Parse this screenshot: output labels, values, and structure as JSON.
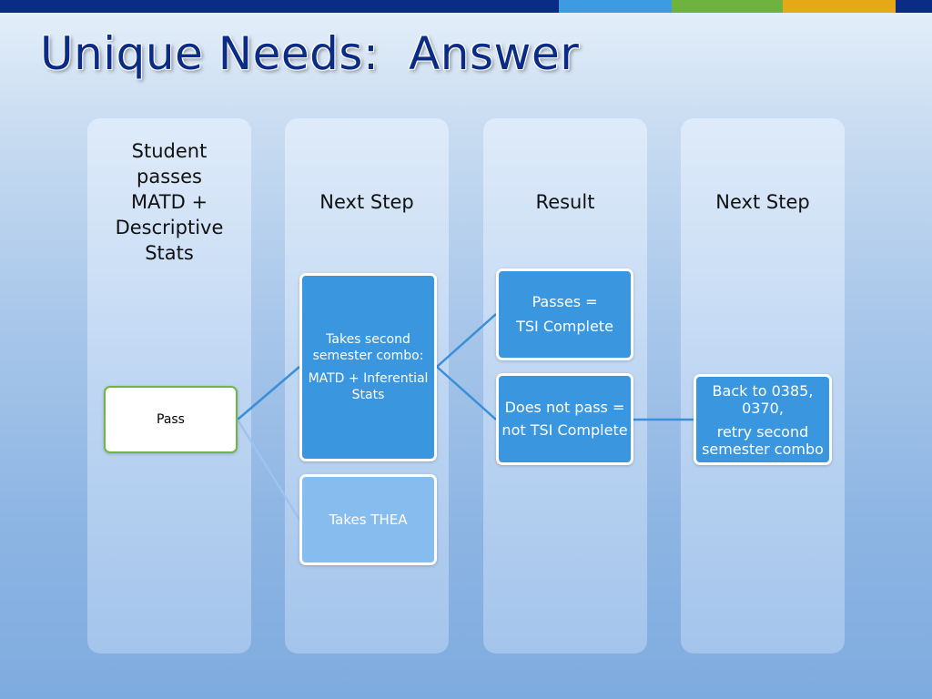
{
  "slide": {
    "title": "Unique Needs:  Answer",
    "colors": {
      "title": "#0b2c86",
      "node_blue": "#3a97df",
      "node_light_blue": "#86bdee",
      "pass_border": "#72b542",
      "connector": "#3a8fd8"
    },
    "top_bar_colors": [
      "#0b2c86",
      "#3d9be3",
      "#6fb33f",
      "#e5a817",
      "#0b2c86"
    ]
  },
  "columns": [
    {
      "header": [
        "Student",
        "passes",
        "MATD +",
        "Descriptive",
        "Stats"
      ]
    },
    {
      "header": [
        "Next Step"
      ]
    },
    {
      "header": [
        "Result"
      ]
    },
    {
      "header": [
        "Next Step"
      ]
    }
  ],
  "nodes": {
    "pass": {
      "lines": [
        "Pass"
      ]
    },
    "second_combo": {
      "lines": [
        "Takes second semester combo:",
        "MATD + Inferential Stats"
      ]
    },
    "thea": {
      "lines": [
        "Takes THEA"
      ]
    },
    "passes": {
      "lines": [
        "Passes =",
        "TSI Complete"
      ]
    },
    "not_pass": {
      "lines": [
        "Does not pass =",
        "not TSI Complete"
      ]
    },
    "back": {
      "lines": [
        "Back to 0385, 0370,",
        "retry second semester combo"
      ]
    }
  },
  "edges": [
    {
      "from": "pass",
      "to": "second_combo"
    },
    {
      "from": "pass",
      "to": "thea"
    },
    {
      "from": "second_combo",
      "to": "passes"
    },
    {
      "from": "second_combo",
      "to": "not_pass"
    },
    {
      "from": "not_pass",
      "to": "back"
    }
  ]
}
